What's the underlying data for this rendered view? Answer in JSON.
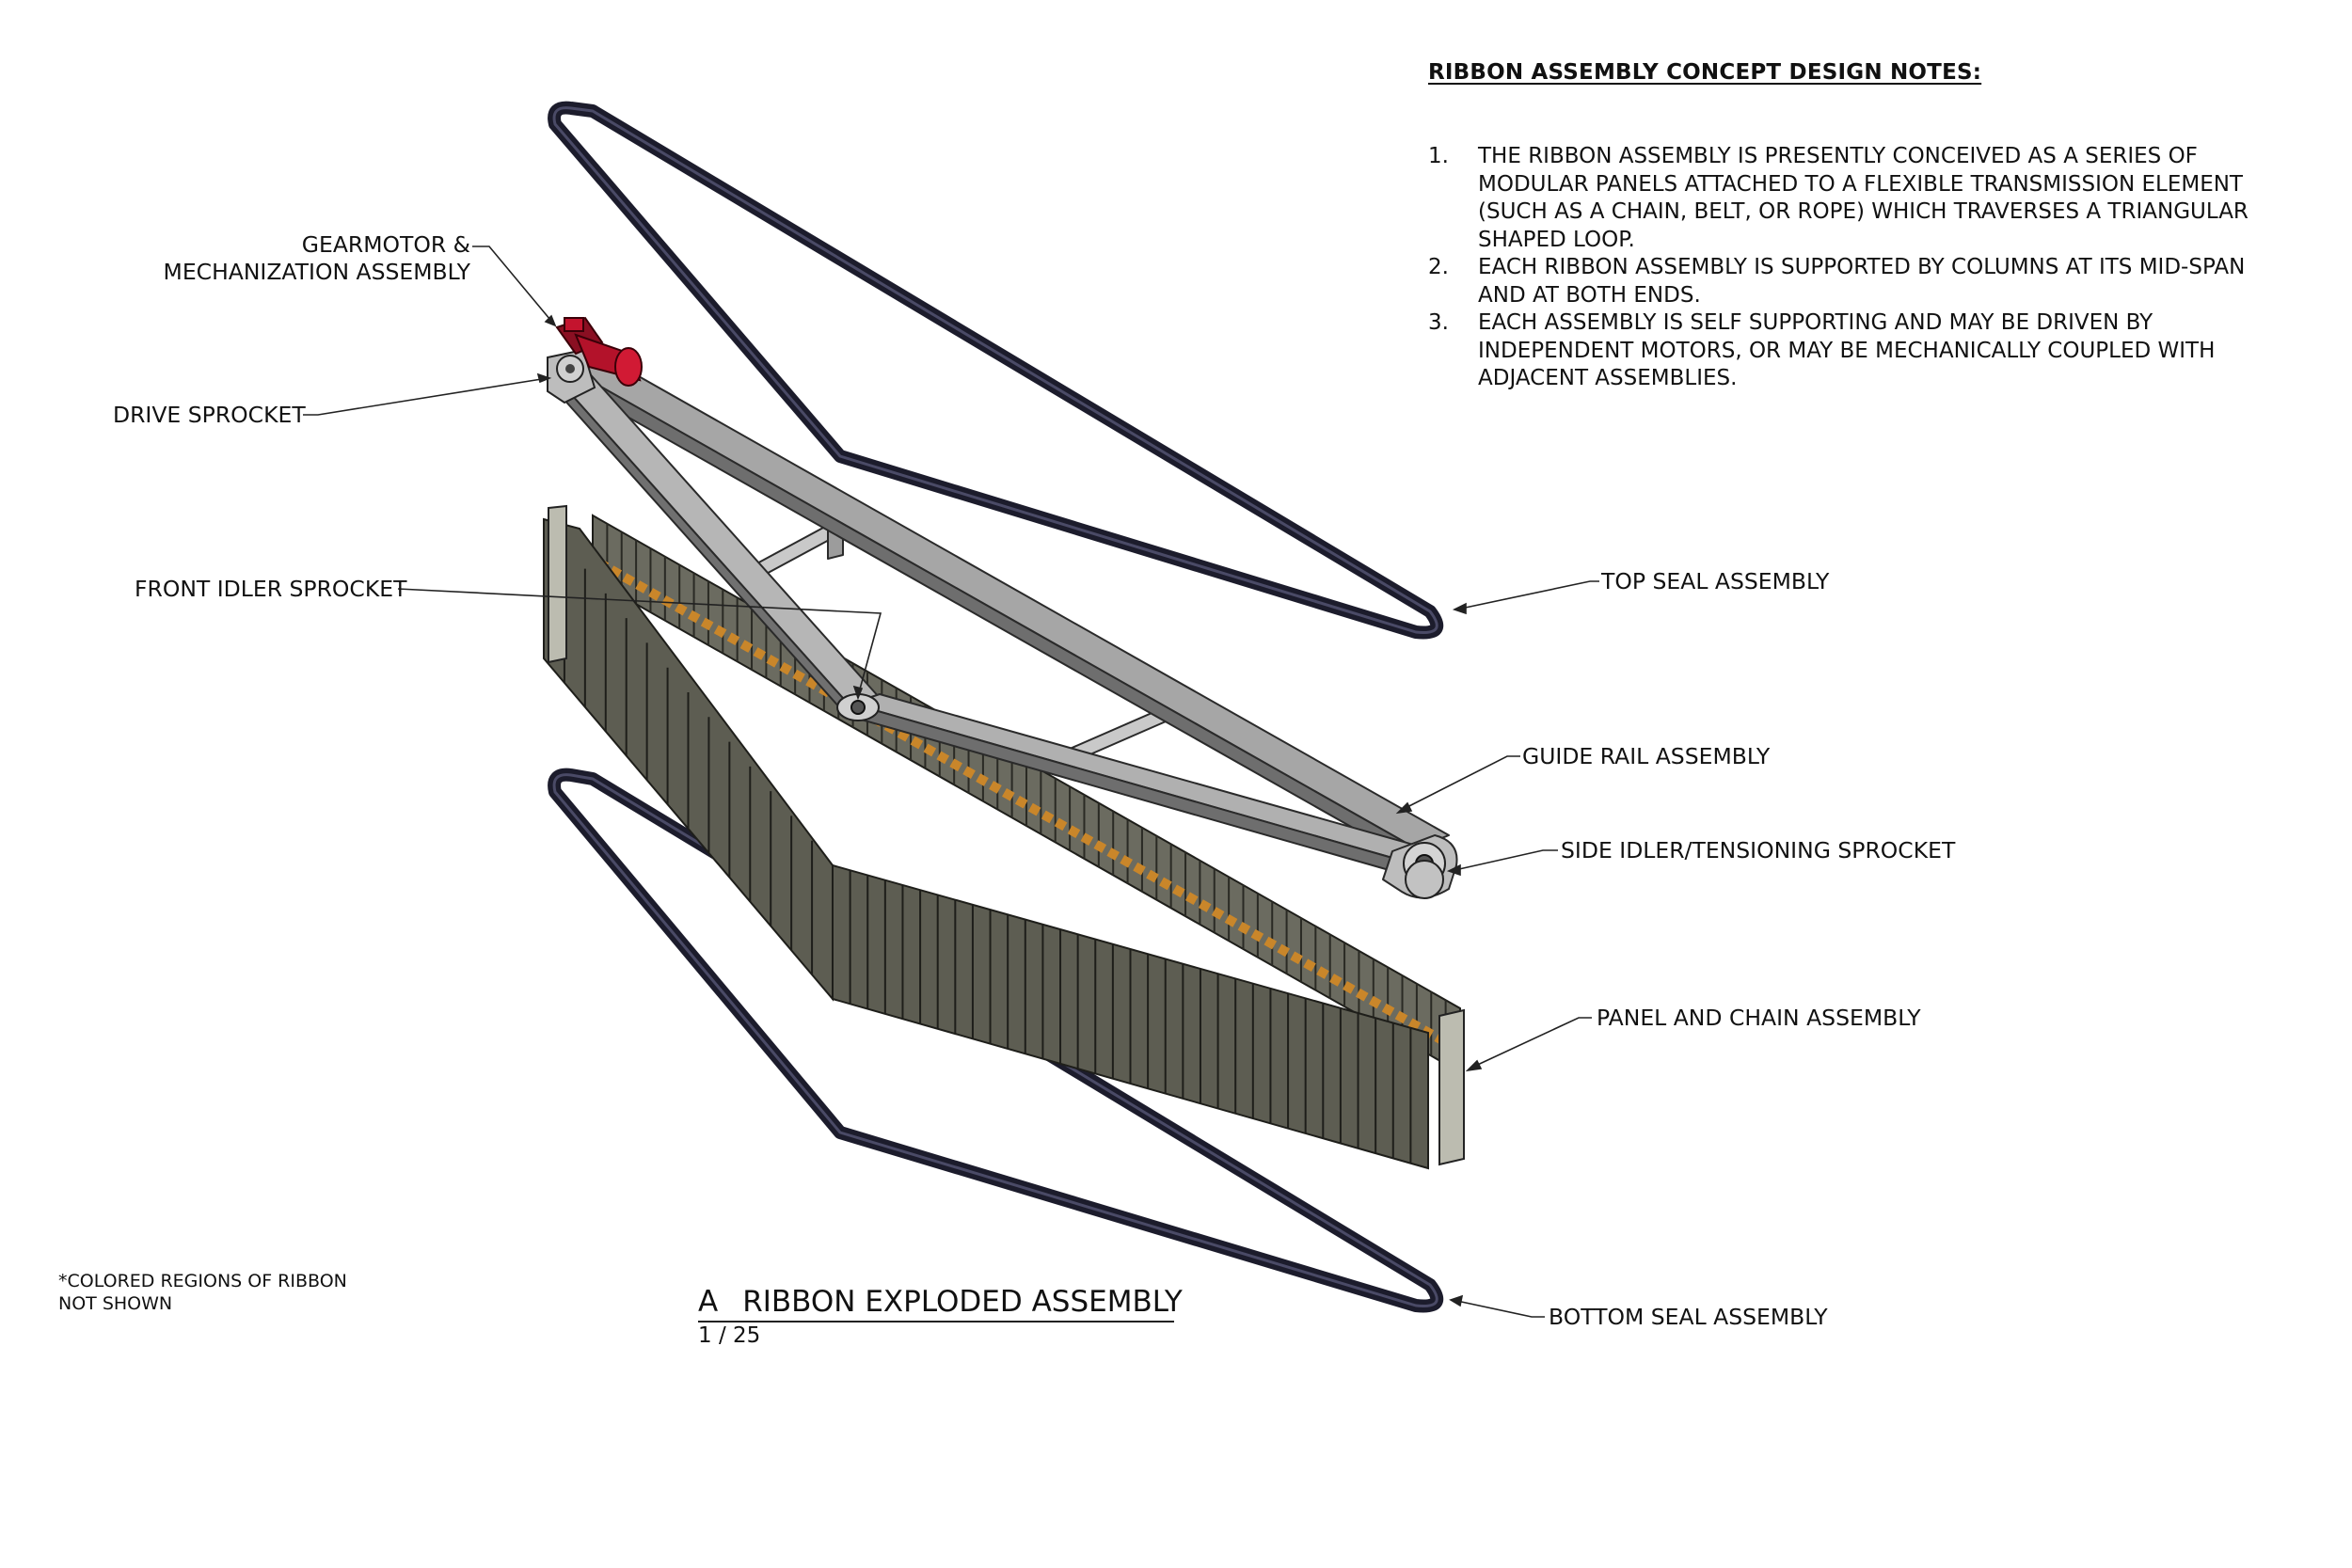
{
  "notes": {
    "title": "RIBBON ASSEMBLY CONCEPT DESIGN NOTES:",
    "items": [
      {
        "num": "1.",
        "text": "THE RIBBON ASSEMBLY IS PRESENTLY CONCEIVED AS A SERIES OF MODULAR PANELS ATTACHED TO A FLEXIBLE TRANSMISSION ELEMENT (SUCH AS A CHAIN, BELT, OR ROPE) WHICH TRAVERSES A TRIANGULAR SHAPED LOOP."
      },
      {
        "num": "2.",
        "text": "EACH RIBBON ASSEMBLY IS SUPPORTED BY COLUMNS AT ITS MID-SPAN AND AT BOTH ENDS."
      },
      {
        "num": "3.",
        "text": "EACH ASSEMBLY IS SELF SUPPORTING AND MAY BE DRIVEN BY INDEPENDENT MOTORS, OR MAY BE MECHANICALLY COUPLED WITH ADJACENT ASSEMBLIES."
      }
    ]
  },
  "callouts": {
    "gearmotor_line1": "GEARMOTOR &",
    "gearmotor_line2": "MECHANIZATION ASSEMBLY",
    "drive_sprocket": "DRIVE SPROCKET",
    "front_idler": "FRONT IDLER SPROCKET",
    "top_seal": "TOP SEAL ASSEMBLY",
    "guide_rail": "GUIDE RAIL ASSEMBLY",
    "side_idler": "SIDE IDLER/TENSIONING SPROCKET",
    "panel_chain": "PANEL AND CHAIN ASSEMBLY",
    "bottom_seal": "BOTTOM SEAL ASSEMBLY"
  },
  "footnote": {
    "line1": "*COLORED REGIONS OF RIBBON",
    "line2": "NOT SHOWN"
  },
  "view": {
    "letter": "A",
    "title": "RIBBON EXPLODED ASSEMBLY",
    "scale": "1 / 25"
  },
  "colors": {
    "seal": "#1c1c2c",
    "frame": "#8c8c8c",
    "frame_light": "#c9c9c9",
    "panel": "#5d5d52",
    "panel_line": "#1e1e1a",
    "chain": "#c9862a",
    "motor": "#b3122a"
  }
}
